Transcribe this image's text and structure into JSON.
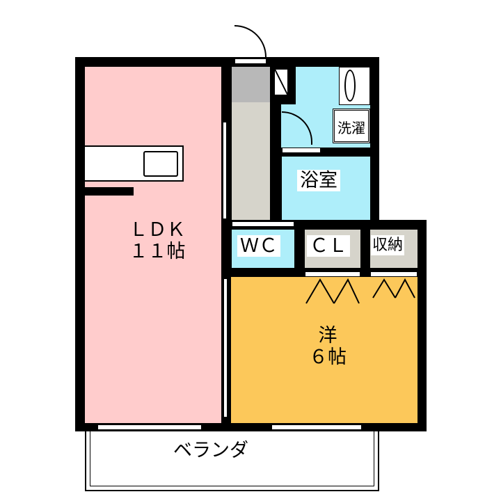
{
  "rooms": {
    "ldk": {
      "name": "ＬＤＫ",
      "size": "１１帖",
      "color": "#ffcccc"
    },
    "western": {
      "name": "洋",
      "size": "６帖",
      "color": "#fcc85a"
    },
    "bath": {
      "name": "浴室",
      "color": "#aeeefa"
    },
    "laundry": {
      "name": "洗濯"
    },
    "wc": {
      "name": "ＷＣ",
      "color": "#aeeefa"
    },
    "closet": {
      "name": "ＣＬ"
    },
    "storage": {
      "name": "収納"
    },
    "veranda": {
      "name": "ベランダ"
    }
  },
  "colors": {
    "wall": "#000000",
    "corridor": "#d6d4cb",
    "entrance": "#b8b8b8"
  }
}
